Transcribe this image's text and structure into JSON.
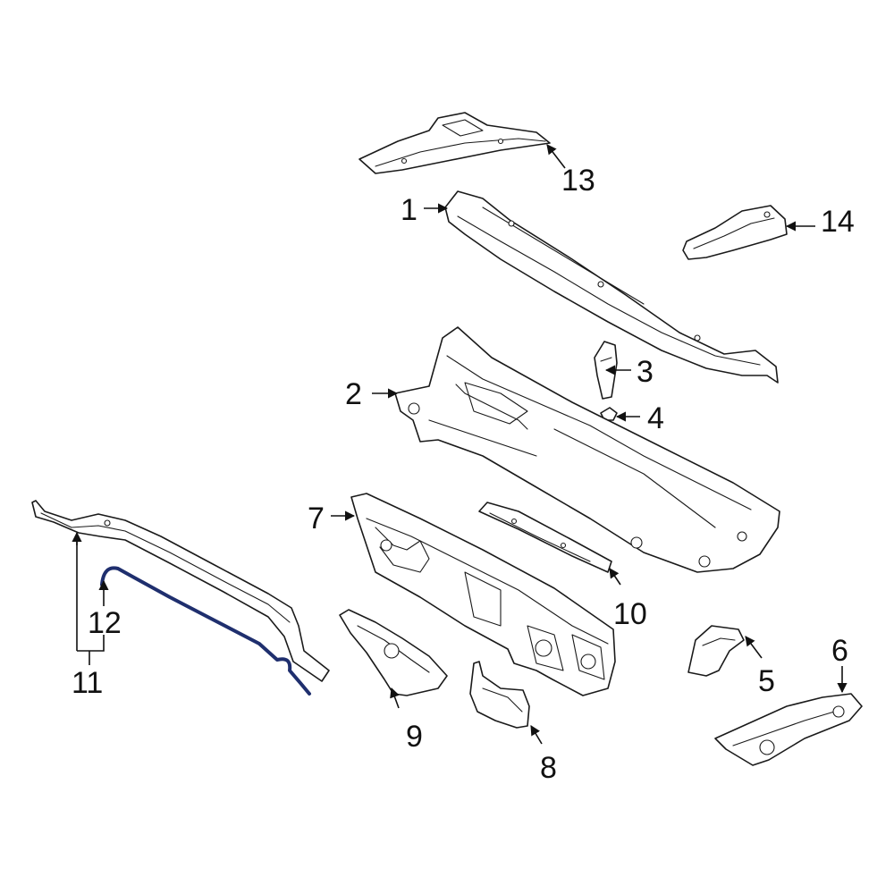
{
  "callouts": [
    {
      "id": "1",
      "label": "1"
    },
    {
      "id": "2",
      "label": "2"
    },
    {
      "id": "3",
      "label": "3"
    },
    {
      "id": "4",
      "label": "4"
    },
    {
      "id": "5",
      "label": "5"
    },
    {
      "id": "6",
      "label": "6"
    },
    {
      "id": "7",
      "label": "7"
    },
    {
      "id": "8",
      "label": "8"
    },
    {
      "id": "9",
      "label": "9"
    },
    {
      "id": "10",
      "label": "10"
    },
    {
      "id": "11",
      "label": "11"
    },
    {
      "id": "12",
      "label": "12"
    },
    {
      "id": "13",
      "label": "13"
    },
    {
      "id": "14",
      "label": "14"
    }
  ],
  "colors": {
    "line": "#1a1a1a",
    "highlight_part": "#1f2f6e",
    "background": "#ffffff"
  }
}
